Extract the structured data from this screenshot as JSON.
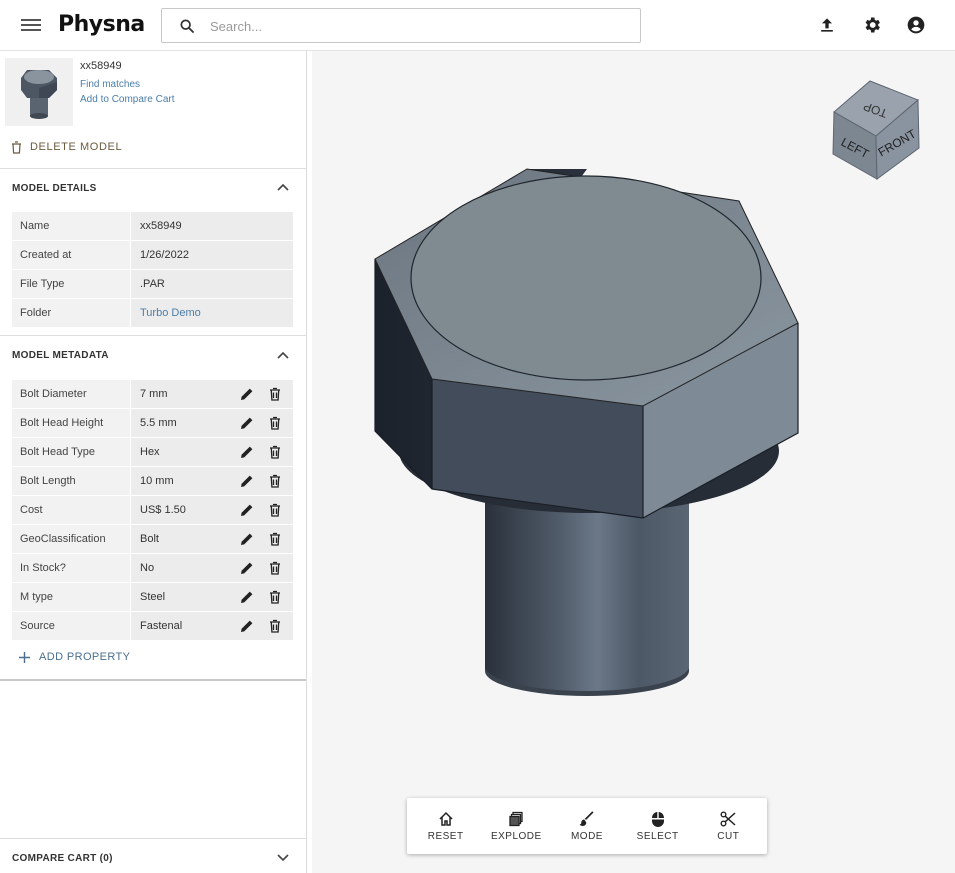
{
  "app": {
    "logo": "Physna",
    "search_placeholder": "Search..."
  },
  "model": {
    "id": "xx58949",
    "find_matches": "Find matches",
    "add_compare": "Add to Compare Cart",
    "delete_label": "DELETE MODEL"
  },
  "details": {
    "title": "MODEL DETAILS",
    "rows": [
      {
        "key": "Name",
        "value": "xx58949"
      },
      {
        "key": "Created at",
        "value": "1/26/2022"
      },
      {
        "key": "File Type",
        "value": ".PAR"
      },
      {
        "key": "Folder",
        "value": "Turbo Demo"
      }
    ]
  },
  "metadata": {
    "title": "MODEL METADATA",
    "rows": [
      {
        "key": "Bolt Diameter",
        "value": "7 mm"
      },
      {
        "key": "Bolt Head Height",
        "value": "5.5 mm"
      },
      {
        "key": "Bolt Head Type",
        "value": "Hex"
      },
      {
        "key": "Bolt Length",
        "value": "10 mm"
      },
      {
        "key": "Cost",
        "value": "US$ 1.50"
      },
      {
        "key": "GeoClassification",
        "value": "Bolt"
      },
      {
        "key": "In Stock?",
        "value": "No"
      },
      {
        "key": "M type",
        "value": "Steel"
      },
      {
        "key": "Source",
        "value": "Fastenal"
      }
    ],
    "add_property": "ADD PROPERTY"
  },
  "compare_cart": {
    "label": "COMPARE CART (0)"
  },
  "viewer": {
    "cube_faces": {
      "top": "TOP",
      "left": "LEFT",
      "front": "FRONT"
    },
    "tools": [
      {
        "label": "RESET",
        "icon": "home-icon"
      },
      {
        "label": "EXPLODE",
        "icon": "layers-icon"
      },
      {
        "label": "MODE",
        "icon": "brush-icon"
      },
      {
        "label": "SELECT",
        "icon": "mouse-icon"
      },
      {
        "label": "CUT",
        "icon": "scissors-icon"
      }
    ]
  },
  "colors": {
    "link": "#4a7eab",
    "bolt_top": "#7e8b94",
    "bolt_side": "#454f5e",
    "viewer_bg": "#f5f5f5"
  }
}
